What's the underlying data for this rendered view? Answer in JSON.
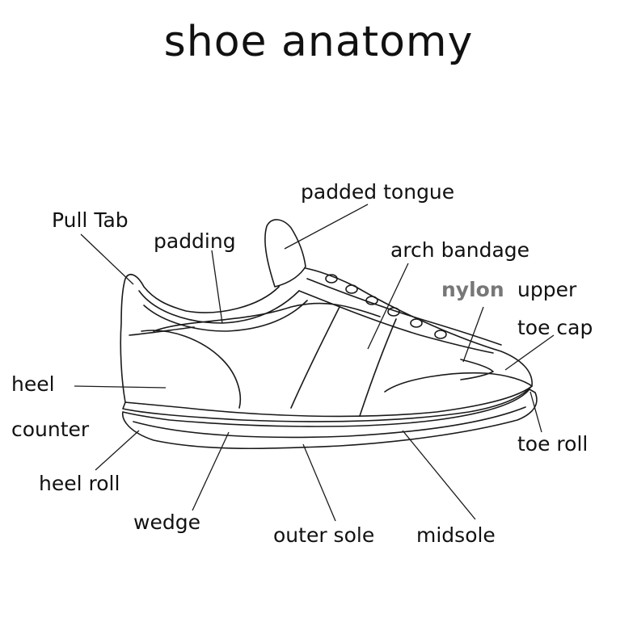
{
  "title": "shoe anatomy",
  "labels": {
    "pull_tab": "Pull Tab",
    "padding": "padding",
    "padded_tongue": "padded  tongue",
    "arch_bandage": "arch bandage",
    "nylon": "nylon",
    "upper": "upper",
    "toe_cap": "toe cap",
    "heel": "heel",
    "counter": "counter",
    "heel_roll": "heel roll",
    "wedge": "wedge",
    "outer_sole": "outer sole",
    "midsole": "midsole",
    "toe_roll": "toe roll"
  }
}
